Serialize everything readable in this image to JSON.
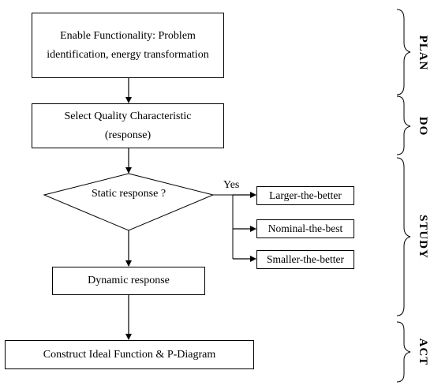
{
  "boxes": {
    "enable": "Enable Functionality: Problem identification, energy transformation",
    "select": "Select Quality Characteristic (response)",
    "decision": "Static response ?",
    "dynamic": "Dynamic response",
    "construct": "Construct Ideal Function & P-Diagram",
    "larger": "Larger-the-better",
    "nominal": "Nominal-the-best",
    "smaller": "Smaller-the-better"
  },
  "labels": {
    "yes": "Yes"
  },
  "phases": {
    "plan": "PLAN",
    "do": "DO",
    "study": "STUDY",
    "act": "ACT"
  }
}
